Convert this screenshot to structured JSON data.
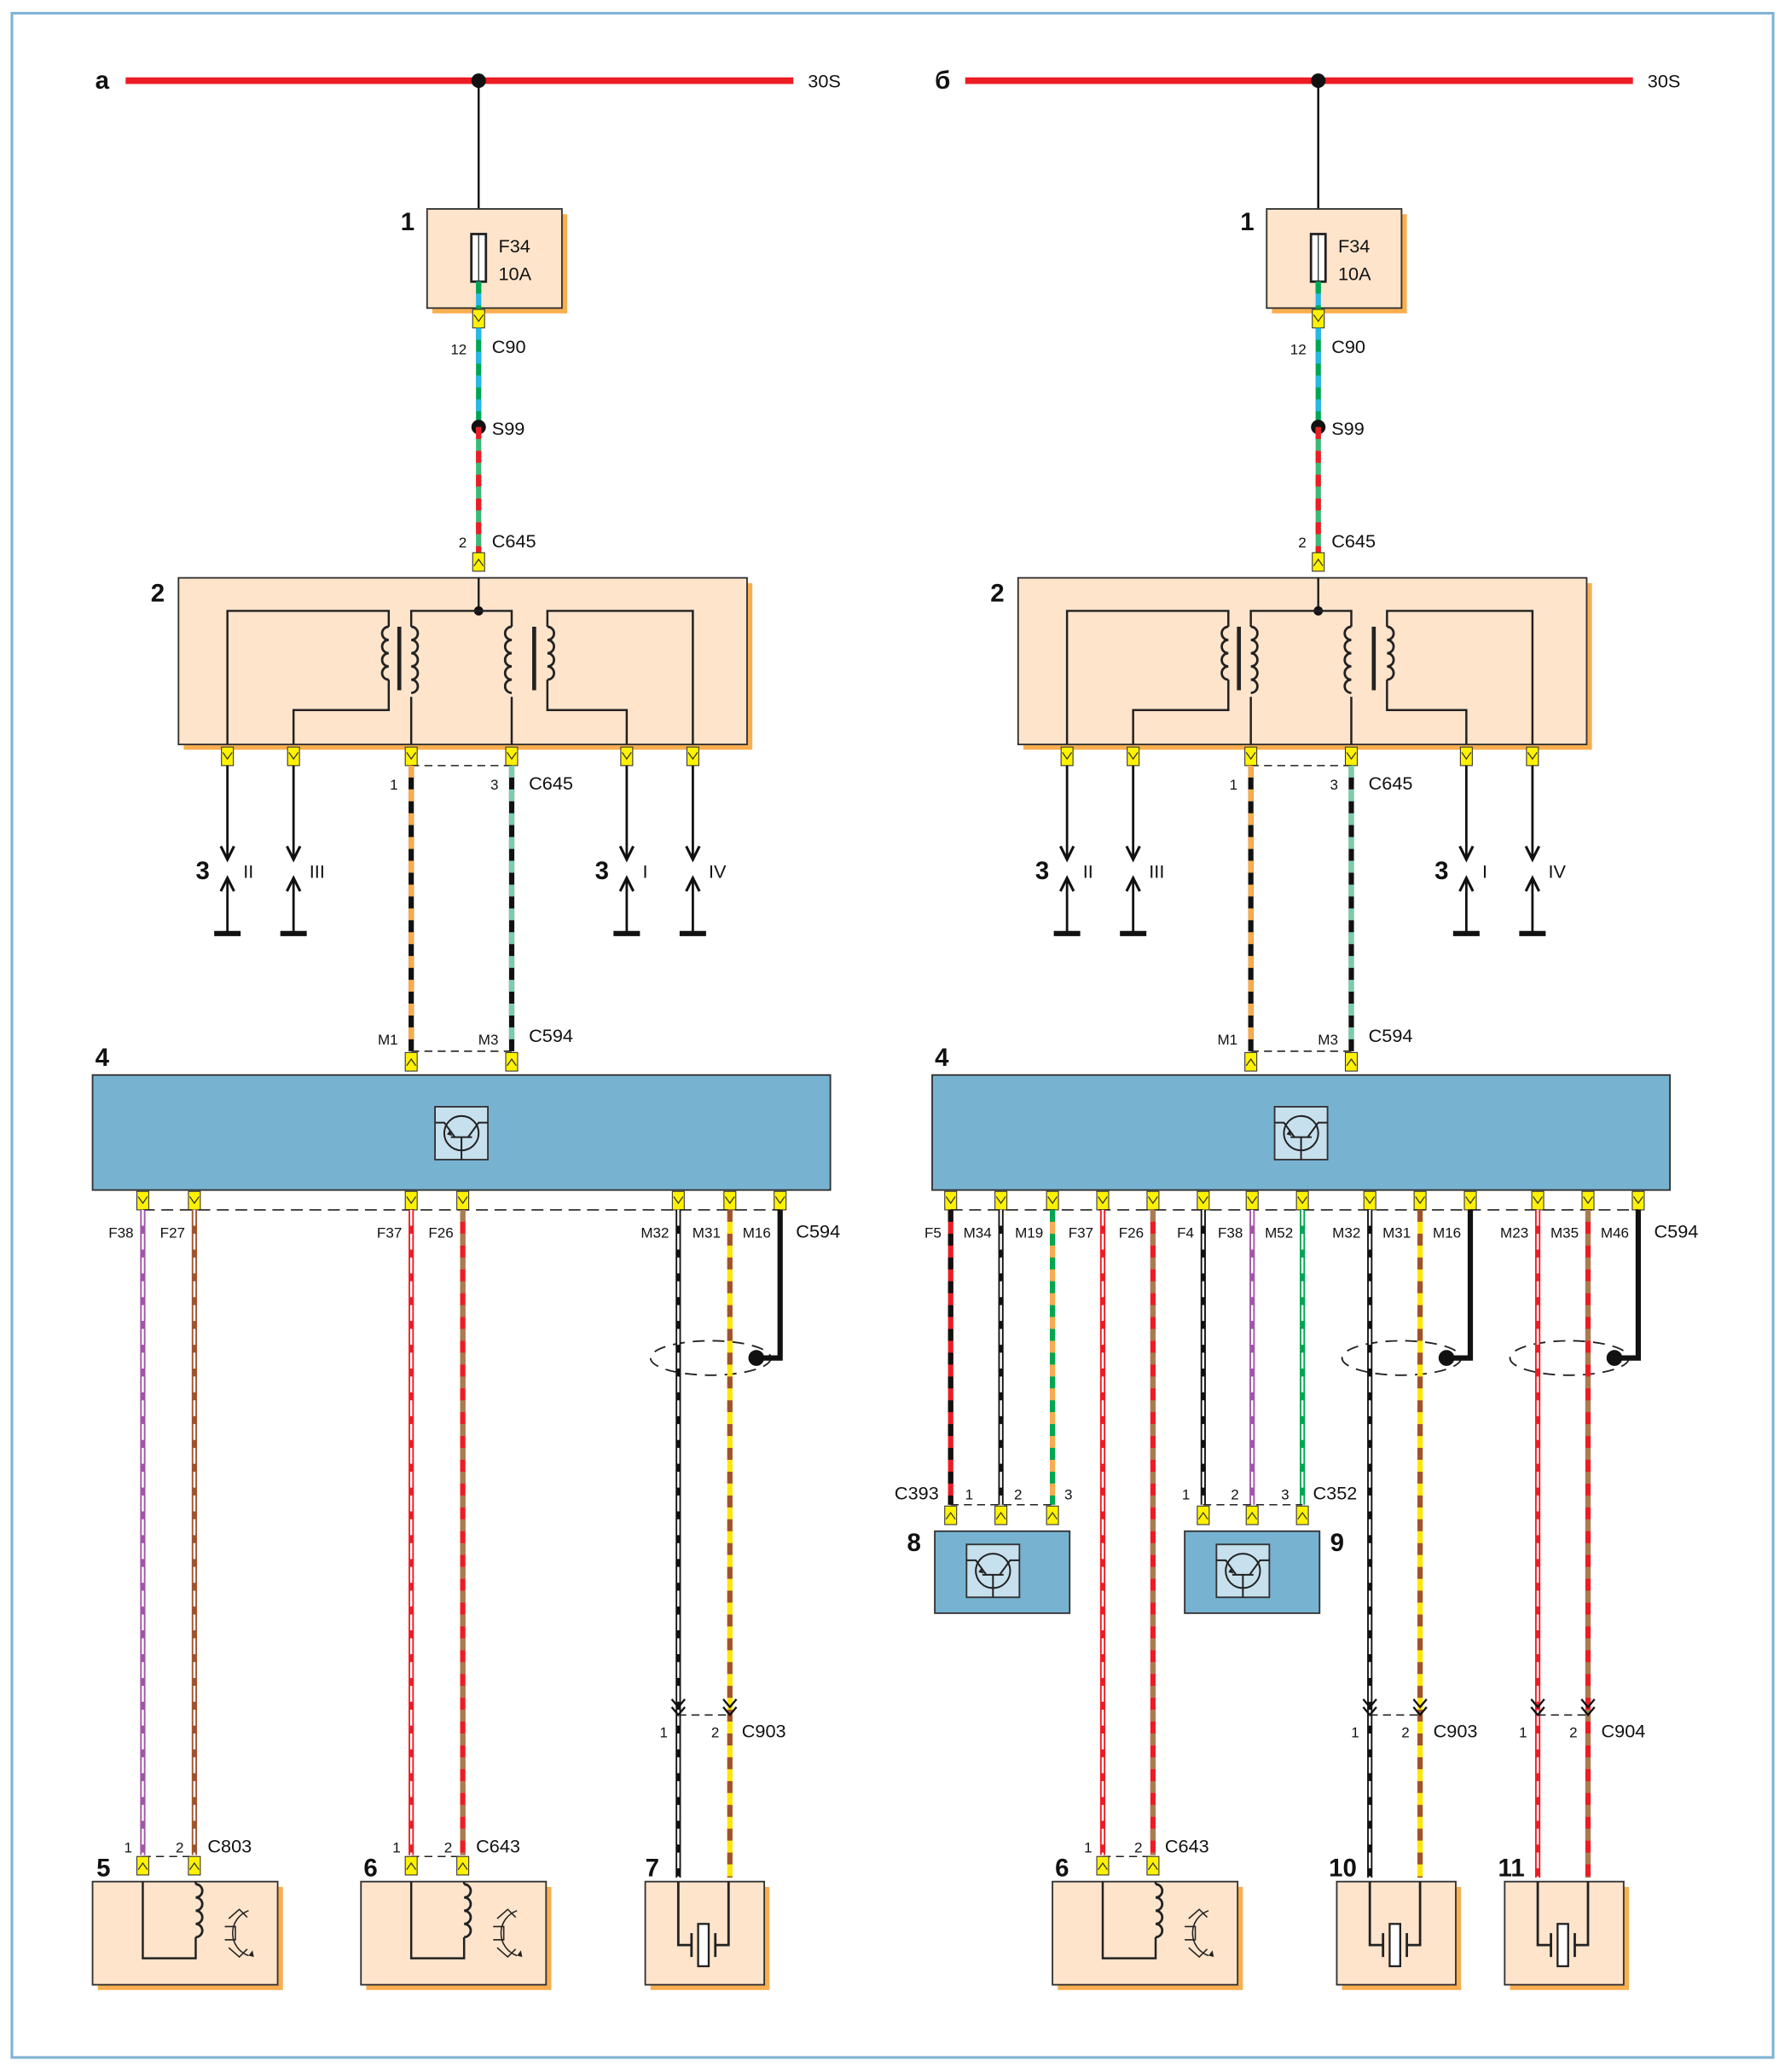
{
  "colors": {
    "frame": "#7fb3d5",
    "power_bus": "#ed1c24",
    "component_fill": "#fde4cb",
    "component_shadow": "#f9ae4f",
    "module_fill": "#77b3d1",
    "module_icon_fill": "#c7e0ee",
    "connector": "#fff200",
    "wire": "#111111",
    "white": "#ffffff",
    "black": "#111111",
    "red": "#ed1c24",
    "green": "#00a651",
    "lightgreen": "#3cb878",
    "mint": "#7accaa",
    "blue": "#29b6e8",
    "orange": "#f7ac4f",
    "brown": "#a0522d",
    "tan": "#a97c50",
    "violet": "#a155a8",
    "yellow": "#ffe600"
  },
  "panels": [
    {
      "id": "a",
      "label": "а",
      "bus_label": "30S",
      "fuse_box": {
        "number": "1",
        "fuse": "F34",
        "rating": "10A"
      },
      "c90": {
        "pin": "12",
        "name": "C90"
      },
      "splice": "S99",
      "c645_in": {
        "pin": "2",
        "name": "C645"
      },
      "coil_unit": {
        "number": "2"
      },
      "c645_out": {
        "pins": [
          "1",
          "3"
        ],
        "name": "C645"
      },
      "spark_plugs": {
        "number": "3",
        "cylinders": [
          "II",
          "III",
          "I",
          "IV"
        ]
      },
      "pcm": {
        "number": "4",
        "top_pins": [
          "M1",
          "M3"
        ],
        "top_connector": "C594",
        "bottom_pins": [
          "F38",
          "F27",
          "F37",
          "F26",
          "M32",
          "M31",
          "M16"
        ],
        "bottom_connector": "C594"
      },
      "sensors": [
        {
          "number": "5",
          "connector": "C803",
          "pins": [
            "1",
            "2"
          ],
          "type": "speed-sensor"
        },
        {
          "number": "6",
          "connector": "C643",
          "pins": [
            "1",
            "2"
          ],
          "type": "speed-sensor"
        },
        {
          "number": "7",
          "connector": "C903",
          "pins": [
            "1",
            "2"
          ],
          "type": "knock-sensor"
        }
      ]
    },
    {
      "id": "b",
      "label": "б",
      "bus_label": "30S",
      "fuse_box": {
        "number": "1",
        "fuse": "F34",
        "rating": "10A"
      },
      "c90": {
        "pin": "12",
        "name": "C90"
      },
      "splice": "S99",
      "c645_in": {
        "pin": "2",
        "name": "C645"
      },
      "coil_unit": {
        "number": "2"
      },
      "c645_out": {
        "pins": [
          "1",
          "3"
        ],
        "name": "C645"
      },
      "spark_plugs": {
        "number": "3",
        "cylinders": [
          "II",
          "III",
          "I",
          "IV"
        ]
      },
      "pcm": {
        "number": "4",
        "top_pins": [
          "M1",
          "M3"
        ],
        "top_connector": "C594",
        "bottom_pins": [
          "F5",
          "M34",
          "M19",
          "F37",
          "F26",
          "F4",
          "F38",
          "M52",
          "M32",
          "M31",
          "M16",
          "M23",
          "M35",
          "M46"
        ],
        "bottom_connector": "C594"
      },
      "sensors": [
        {
          "number": "8",
          "connector": "C393",
          "pins": [
            "1",
            "2",
            "3"
          ],
          "type": "hall-sensor"
        },
        {
          "number": "9",
          "connector": "C352",
          "pins": [
            "1",
            "2",
            "3"
          ],
          "type": "hall-sensor"
        },
        {
          "number": "6",
          "connector": "C643",
          "pins": [
            "1",
            "2"
          ],
          "type": "speed-sensor"
        },
        {
          "number": "10",
          "connector": "C903",
          "pins": [
            "1",
            "2"
          ],
          "type": "knock-sensor"
        },
        {
          "number": "11",
          "connector": "C904",
          "pins": [
            "1",
            "2"
          ],
          "type": "knock-sensor"
        }
      ]
    }
  ],
  "wires": {
    "fuse_to_c90": [
      "blue",
      "green"
    ],
    "c90_to_s99": [
      "green",
      "blue"
    ],
    "s99_to_c645": [
      "lightgreen",
      "red"
    ],
    "c645_pin1": [
      "black",
      "orange"
    ],
    "c645_pin3": [
      "black",
      "mint"
    ],
    "a": {
      "F38": [
        "violet",
        "white"
      ],
      "F27": [
        "brown",
        "white"
      ],
      "F37": [
        "red",
        "white"
      ],
      "F26": [
        "red",
        "tan"
      ],
      "M32": [
        "black",
        "white"
      ],
      "M31": [
        "yellow",
        "brown"
      ],
      "M16": [
        "black"
      ]
    },
    "b": {
      "F5": [
        "red",
        "black"
      ],
      "M34": [
        "black",
        "white"
      ],
      "M19": [
        "orange",
        "green"
      ],
      "F37": [
        "red",
        "white"
      ],
      "F26": [
        "red",
        "tan"
      ],
      "F4": [
        "black",
        "white"
      ],
      "F38": [
        "violet",
        "white"
      ],
      "M52": [
        "green",
        "white"
      ],
      "M32": [
        "black",
        "white"
      ],
      "M31": [
        "yellow",
        "brown"
      ],
      "M16": [
        "black"
      ],
      "M23": [
        "red",
        "white"
      ],
      "M35": [
        "red",
        "tan"
      ],
      "M46": [
        "black"
      ]
    }
  }
}
